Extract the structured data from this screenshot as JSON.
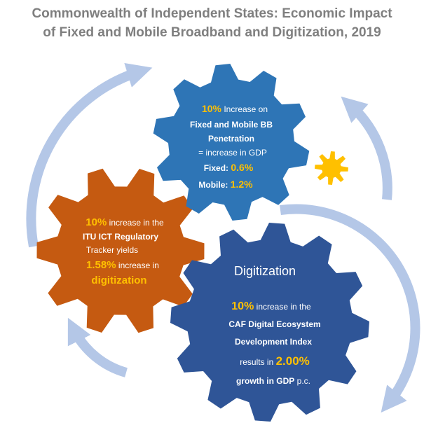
{
  "title": {
    "line1": "Commonwealth of Independent States: Economic Impact",
    "line2": "of Fixed and Mobile Broadband and Digitization, 2019"
  },
  "gears": {
    "blue": {
      "pct": "10%",
      "line1_rest": " Increase on",
      "line2": "Fixed and Mobile BB",
      "line3": "Penetration",
      "line4": "= increase in GDP",
      "fixed_label": "Fixed: ",
      "fixed_value": "0.6%",
      "mobile_label": "Mobile: ",
      "mobile_value": "1.2%"
    },
    "orange": {
      "pct": "10%",
      "line1_rest": " increase in the",
      "line2": "ITU ICT Regulatory",
      "line3": "Tracker yields",
      "value": "1.58%",
      "line4_rest": " increase in",
      "line5": "digitization"
    },
    "navy": {
      "heading": "Digitization",
      "pct": "10%",
      "line1_rest": " increase in the",
      "line2": "CAF Digital Ecosystem",
      "line3": "Development Index",
      "line4_prefix": "results in ",
      "value": "2.00%",
      "line5_bold": "growth in GDP",
      "line5_rest": " p.c."
    }
  },
  "colors": {
    "title": "#7f7f7f",
    "blue_gear": "#2e75b6",
    "orange_gear": "#c55a11",
    "navy_gear": "#2f5597",
    "yellow_gear": "#ffc000",
    "arrows": "#b4c7e7",
    "highlight": "#ffc000"
  }
}
